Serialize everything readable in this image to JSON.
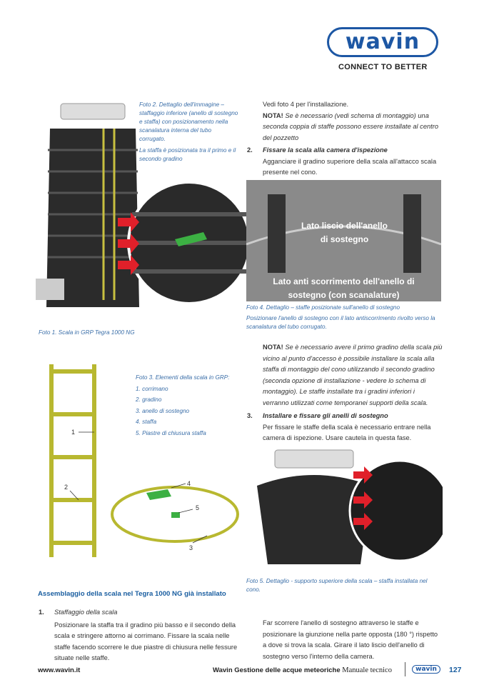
{
  "header": {
    "logo": "wavin",
    "tagline": "CONNECT TO BETTER"
  },
  "foto2": {
    "caption": "Foto 2. Dettaglio dell'immagine – staffaggio inferiore (anello di sostegno e staffa) con posizionamento nella scanalatura interna del tubo corrugato.",
    "note": "La staffa è posizionata tra il primo e il secondo gradino"
  },
  "foto1": {
    "caption": "Foto 1. Scala in GRP Tegra 1000 NG"
  },
  "right_top": {
    "intro": "Vedi foto 4 per l'installazione.",
    "nota_label": "NOTA!",
    "nota_text": " Se è necessario (vedi schema di montaggio) una seconda coppia di staffe possono essere installate al centro del pozzetto",
    "step2_num": "2.",
    "step2_title": "Fissare la scala alla camera d'ispezione",
    "step2_text": "Agganciare il gradino superiore della scala all'attacco scala presente nel cono."
  },
  "foto4": {
    "overlay1": "Lato liscio dell'anello di sostegno",
    "overlay2": "Lato anti scorrimento dell'anello di sostegno (con scanalature)",
    "caption": "Foto 4. Dettaglio – staffe posizionate sull'anello di sostegno",
    "note": "Posizionare l'anello di sostegno con il lato antiscorrimento rivolto verso la scanalatura del tubo corrugato."
  },
  "nota2": {
    "label": "NOTA!",
    "text": " Se è necessario avere il primo gradino della scala più vicino al punto d'accesso è possibile installare la scala alla staffa di montaggio del cono utilizzando il secondo gradino (seconda opzione di installazione - vedere lo schema di montaggio). Le staffe installate tra i gradini inferiori i verranno utilizzati come temporanei supporti della scala."
  },
  "step3": {
    "num": "3.",
    "title": "Installare e fissare gli anelli di sostegno",
    "text": "Per fissare le staffe della scala è necessario entrare nella camera di ispezione. Usare cautela in questa fase."
  },
  "foto3": {
    "title": "Foto 3. Elementi della scala in GRP:",
    "items": [
      "1. corrimano",
      "2. gradino",
      "3. anello di sostegno",
      "4. staffa",
      "5. Piastre di chiusura staffa"
    ],
    "labels": [
      "1",
      "2",
      "3",
      "4",
      "5"
    ]
  },
  "foto5": {
    "caption": "Foto 5. Dettaglio - supporto superiore della scala – staffa installata nel cono."
  },
  "section": {
    "heading": "Assemblaggio della scala nel Tegra 1000 NG già installato",
    "step1_num": "1.",
    "step1_title": "Staffaggio della scala",
    "step1_text": "Posizionare la staffa tra il gradino più basso e il secondo della scala e stringere attorno ai corrimano. Fissare la scala nelle staffe facendo scorrere le due piastre di chiusura nelle fessure situate nelle staffe.",
    "right_text": "Far scorrere l'anello di sostegno attraverso le staffe e posizionare la giunzione nella parte opposta (180 °) rispetto a dove si trova la scala. Girare il lato liscio dell'anello di sostegno verso l'interno della camera."
  },
  "footer": {
    "url": "www.wavin.it",
    "title_bold": "Wavin Gestione delle acque meteoriche",
    "title_rest": "Manuale tecnico",
    "logo": "wavin",
    "page": "127"
  }
}
